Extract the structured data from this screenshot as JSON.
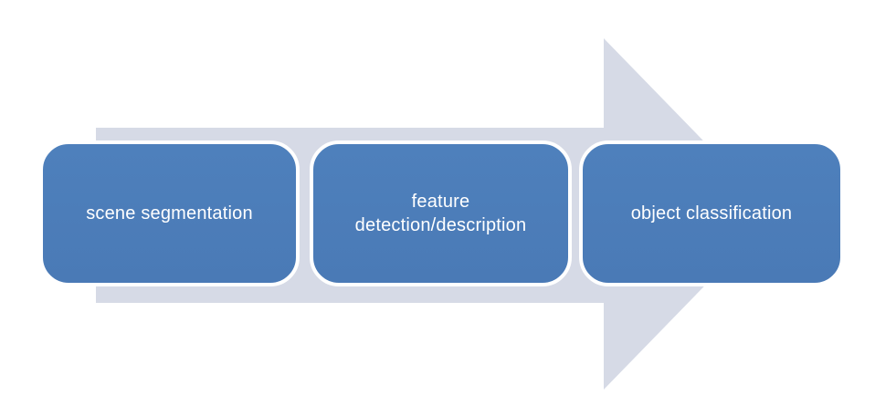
{
  "diagram": {
    "type": "process-flow",
    "direction": "left-to-right",
    "steps": [
      {
        "label": "scene segmentation"
      },
      {
        "label": "feature detection/description"
      },
      {
        "label": "object classification"
      }
    ]
  },
  "colors": {
    "step_fill": "#4e80bc",
    "step_fill_bottom": "#4a7ab6",
    "step_border": "#ffffff",
    "step_text": "#ffffff",
    "arrow_fill": "#d6dae6",
    "background": "#ffffff"
  }
}
